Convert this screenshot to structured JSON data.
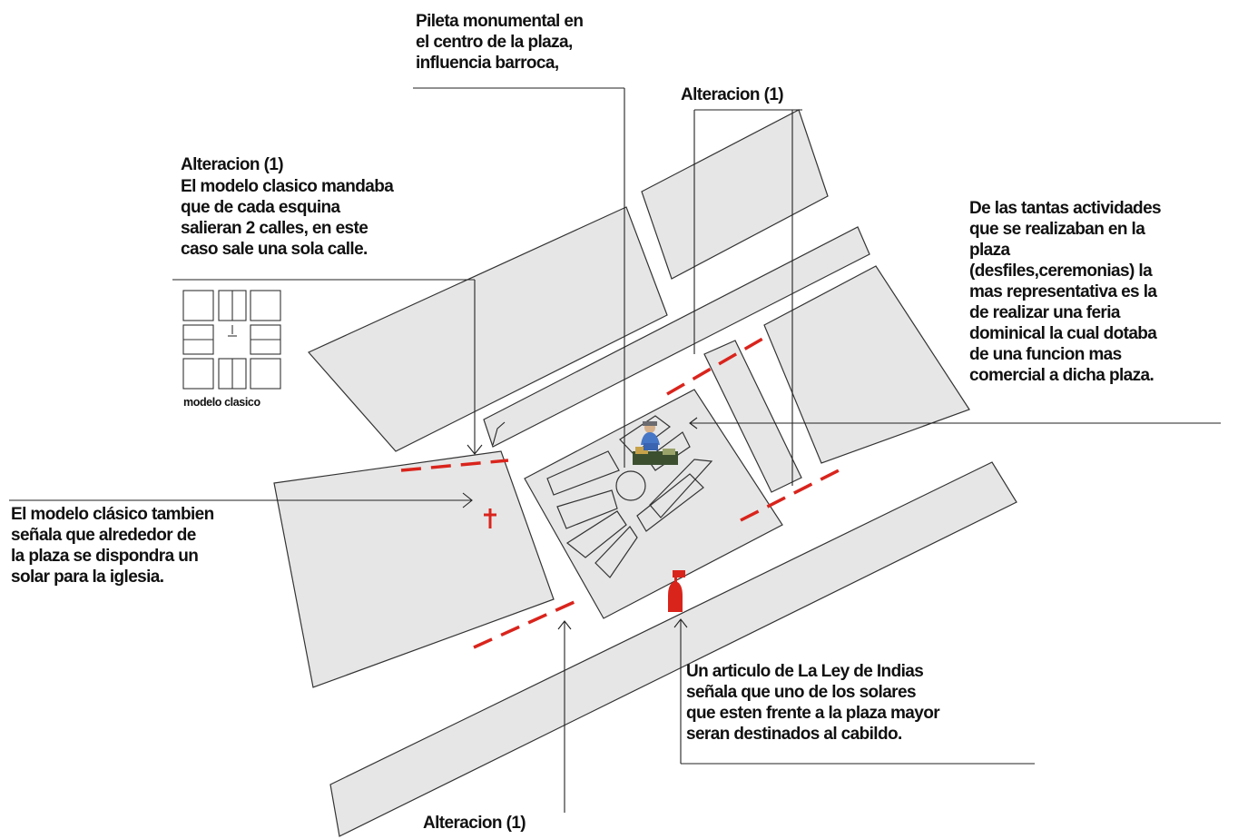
{
  "labels": {
    "pileta": [
      "Pileta monumental en",
      "el centro de la plaza,",
      "influencia barroca,"
    ],
    "alteracion_top": "Alteracion (1)",
    "alteracion_left_title": "Alteracion (1)",
    "modelo_text": [
      "El modelo clasico mandaba",
      "que de cada esquina",
      "salieran 2 calles, en este",
      "caso sale una sola calle."
    ],
    "modelo_clasico_caption": "modelo clasico",
    "actividades": [
      "De las tantas actividades",
      "que se realizaban en la",
      "plaza",
      "(desfiles,ceremonias) la",
      "mas representativa es la",
      "de realizar una feria",
      "dominical la cual dotaba",
      "de una funcion mas",
      "comercial a dicha plaza."
    ],
    "iglesia": [
      "El modelo clásico tambien",
      "señala que alrededor de",
      "la plaza se dispondra un",
      "solar para la iglesia."
    ],
    "cabildo": [
      "Un articulo de La Ley de Indias",
      "señala que uno de los solares",
      "que esten frente a la plaza mayor",
      "seran destinados al cabildo."
    ],
    "alteracion_bottom": "Alteracion (1)"
  },
  "colors": {
    "block_fill": "#e6e6e6",
    "outline": "#333333",
    "accent_red": "#d9241c"
  },
  "icons": [
    "church-cross-icon",
    "cabildo-bell-icon",
    "vendor-figure-icon"
  ]
}
